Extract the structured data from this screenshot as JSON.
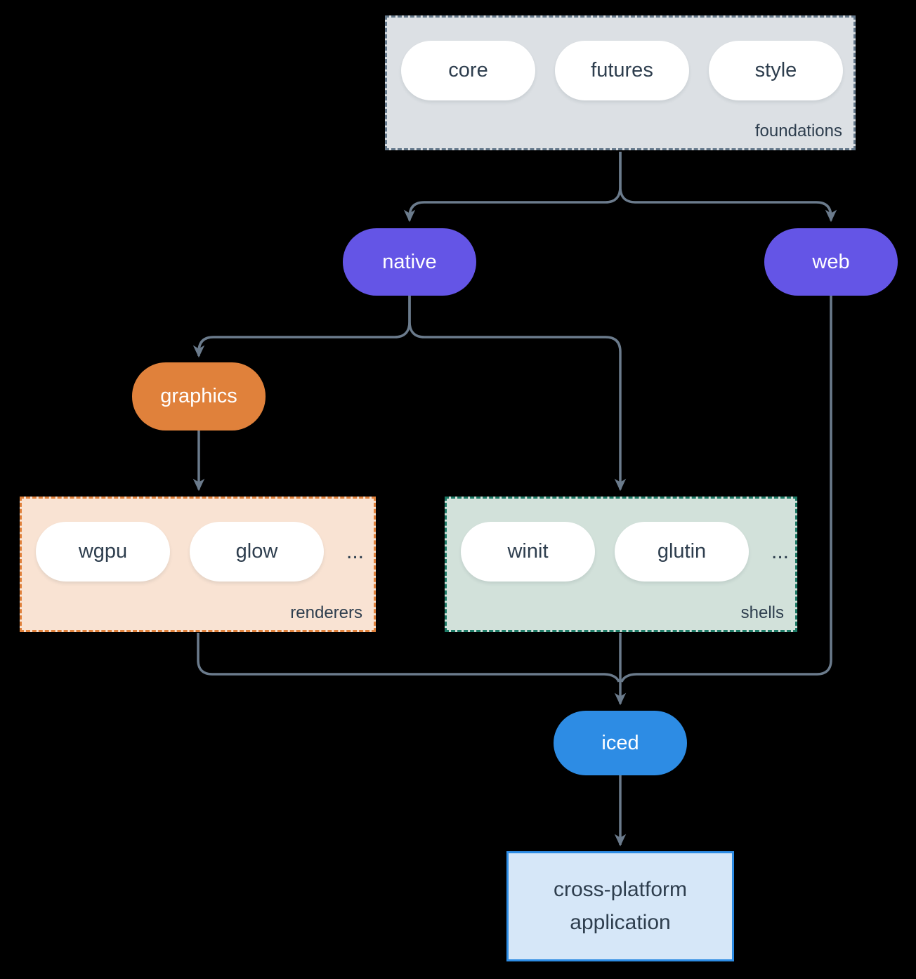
{
  "groups": {
    "foundations": {
      "label": "foundations",
      "items": [
        "core",
        "futures",
        "style"
      ]
    },
    "renderers": {
      "label": "renderers",
      "items": [
        "wgpu",
        "glow"
      ],
      "ellipsis": "..."
    },
    "shells": {
      "label": "shells",
      "items": [
        "winit",
        "glutin"
      ],
      "ellipsis": "..."
    }
  },
  "nodes": {
    "native": {
      "label": "native"
    },
    "web": {
      "label": "web"
    },
    "graphics": {
      "label": "graphics"
    },
    "iced": {
      "label": "iced"
    }
  },
  "app_box": {
    "line1": "cross-platform",
    "line2": "application"
  },
  "colors": {
    "background": "#000000",
    "connector": "#6b7b8c",
    "purple_node": "#6455e6",
    "orange_node": "#e0813b",
    "blue_node": "#2d8ce4",
    "foundations_bg": "#dce0e4",
    "foundations_border": "#64788a",
    "renderers_bg": "#f9e3d3",
    "renderers_border": "#e0813b",
    "shells_bg": "#d2e1da",
    "shells_border": "#1d7a66",
    "app_bg": "#d6e7f8",
    "app_border": "#2d8ce4",
    "pill_bg": "#ffffff",
    "text_dark": "#2e3e4e",
    "text_light": "#ffffff"
  }
}
